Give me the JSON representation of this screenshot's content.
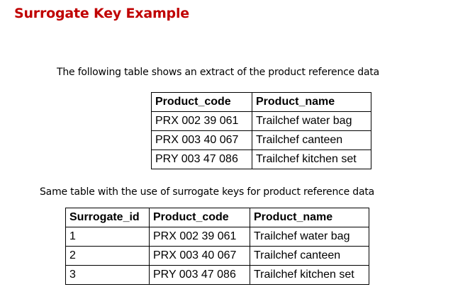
{
  "page": {
    "title": "Surrogate Key Example",
    "title_color": "#c00000"
  },
  "section1": {
    "caption": "The following table shows an extract of the product reference data",
    "headers": [
      "Product_code",
      "Product_name"
    ],
    "rows": [
      [
        "PRX 002 39 061",
        "Trailchef water bag"
      ],
      [
        "PRX 003 40 067",
        "Trailchef canteen"
      ],
      [
        "PRY 003 47 086",
        "Trailchef kitchen set"
      ]
    ]
  },
  "section2": {
    "caption": "Same table with the use of surrogate keys for product reference data",
    "headers": [
      "Surrogate_id",
      "Product_code",
      "Product_name"
    ],
    "rows": [
      [
        "1",
        "PRX 002 39 061",
        "Trailchef water bag"
      ],
      [
        "2",
        "PRX 003 40 067",
        "Trailchef canteen"
      ],
      [
        "3",
        "PRY 003 47 086",
        "Trailchef kitchen set"
      ]
    ]
  }
}
